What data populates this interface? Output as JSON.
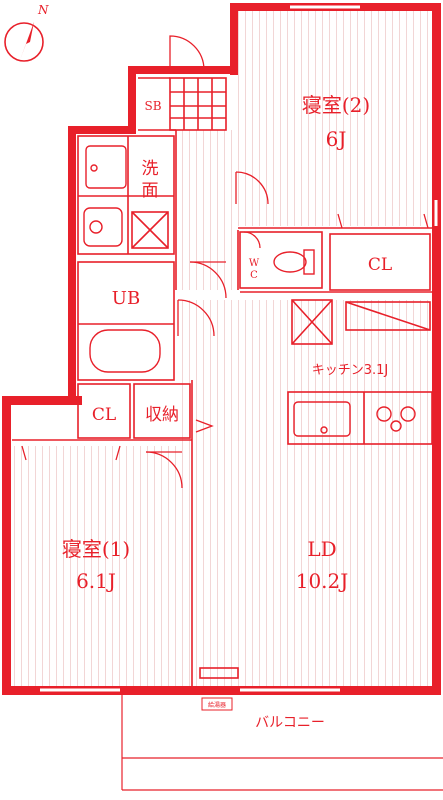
{
  "compass": {
    "north_label": "N",
    "icon": "north-arrow-icon"
  },
  "colors": {
    "line": "#e8202a",
    "floor_stripe": "#f2d6d6",
    "background": "#ffffff"
  },
  "rooms": {
    "bedroom2": {
      "name": "寝室(2)",
      "size": "6J"
    },
    "bedroom1": {
      "name": "寝室(1)",
      "size": "6.1J"
    },
    "ld": {
      "name": "LD",
      "size": "10.2J"
    },
    "kitchen": {
      "label": "キッチン3.1J"
    },
    "washroom": {
      "label_line1": "洗",
      "label_line2": "面"
    },
    "unit_bath": {
      "label": "UB"
    },
    "toilet": {
      "label_line1": "W",
      "label_line2": "C"
    },
    "shoe_box": {
      "label": "SB"
    },
    "closet_top": {
      "label": "CL"
    },
    "closet_left": {
      "label": "CL"
    },
    "storage": {
      "label": "収納"
    }
  },
  "balcony": {
    "label": "バルコニー",
    "box_label": "給湯器"
  }
}
